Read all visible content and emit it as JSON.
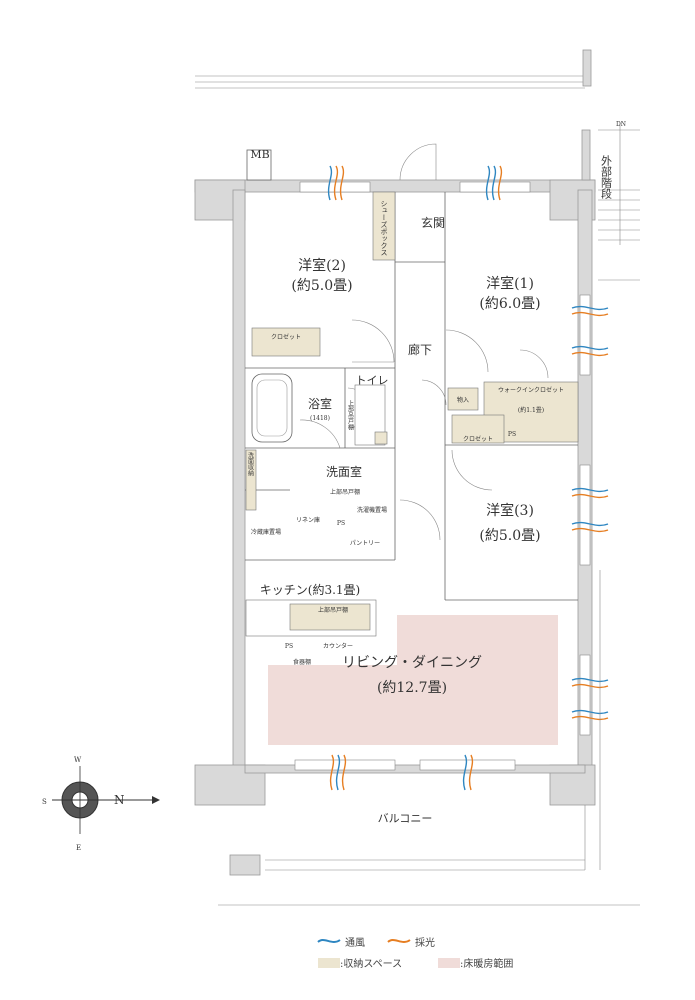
{
  "rooms": {
    "western2_name": "洋室(2)",
    "western2_size": "(約5.0畳)",
    "western1_name": "洋室(1)",
    "western1_size": "(約6.0畳)",
    "western3_name": "洋室(3)",
    "western3_size": "(約5.0畳)",
    "entrance": "玄関",
    "hallway": "廊下",
    "toilet": "トイレ",
    "bath_name": "浴室",
    "bath_size": "(1418)",
    "washroom": "洗面室",
    "kitchen": "キッチン(約3.1畳)",
    "living_name": "リビング・ダイニング",
    "living_size": "(約12.7畳)",
    "balcony": "バルコニー",
    "mb": "MB",
    "external_stairs": "外部階段",
    "dn": "DN"
  },
  "labels": {
    "closet": "クロゼット",
    "shoes_box": "シューズボックス",
    "walkin_closet": "ウォークインクロゼット",
    "walkin_size": "(約1.1畳)",
    "storage": "物入",
    "ps": "PS",
    "upper_cabinet": "上部吊戸棚",
    "linen": "リネン庫",
    "washer": "洗濯機置場",
    "pantry": "パントリー",
    "fridge": "冷蔵庫置場",
    "counter": "カウンター",
    "cupboard": "食器棚",
    "wash_storage": "洗面収納"
  },
  "compass": {
    "n": "N",
    "s": "S",
    "e": "E",
    "w": "W"
  },
  "legend": {
    "ventilation": "通風",
    "daylight": "採光",
    "storage_space": ":収納スペース",
    "floor_heating": ":床暖房範囲"
  },
  "colors": {
    "ventilation": "#2e86c1",
    "daylight": "#e67e22",
    "storage": "#ece5d0",
    "floor_heating": "#f0dcd9"
  }
}
